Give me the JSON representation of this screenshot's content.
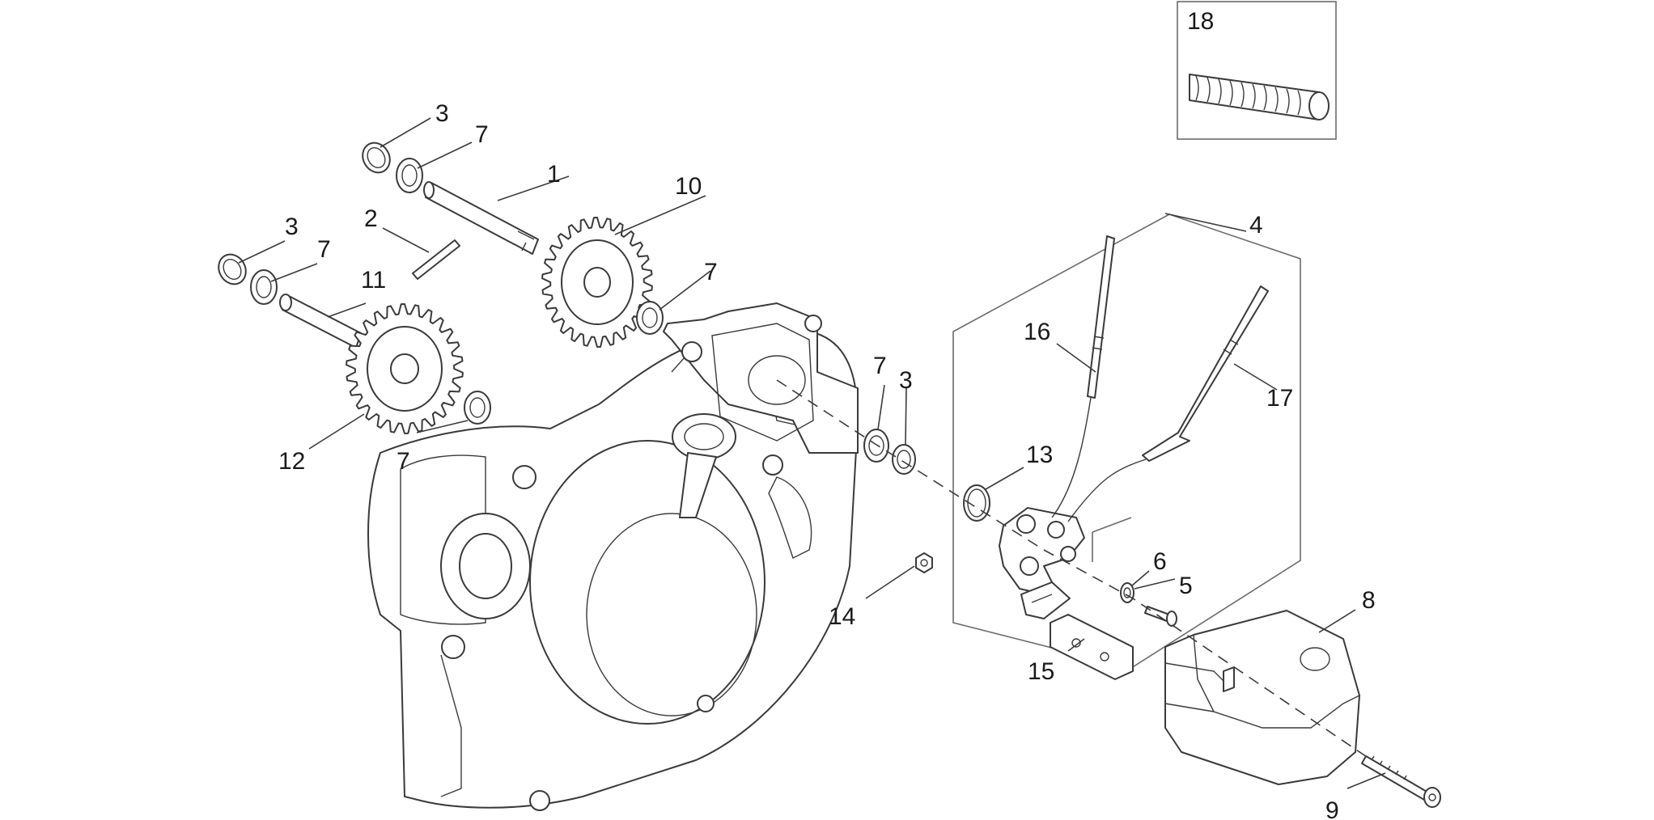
{
  "callouts": {
    "c1": "1",
    "c2": "2",
    "c3a": "3",
    "c3b": "3",
    "c3c": "3",
    "c4": "4",
    "c5": "5",
    "c6": "6",
    "c7a": "7",
    "c7b": "7",
    "c7c": "7",
    "c7d": "7",
    "c7e": "7",
    "c8": "8",
    "c9": "9",
    "c10": "10",
    "c11": "11",
    "c12": "12",
    "c13": "13",
    "c14": "14",
    "c15": "15",
    "c16": "16",
    "c17": "17",
    "c18": "18"
  },
  "colors": {
    "line": "#3a3a3a",
    "frame": "#6b6b6b",
    "background": "#ffffff"
  }
}
